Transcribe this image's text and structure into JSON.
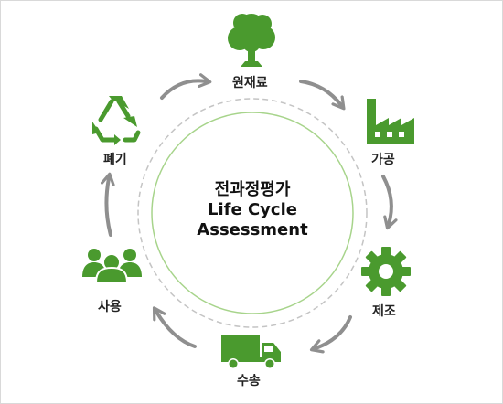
{
  "center": {
    "title_ko": "전과정평가",
    "title_en_line1": "Life Cycle",
    "title_en_line2": "Assessment"
  },
  "stages": [
    {
      "label": "원재료",
      "icon": "tree-icon"
    },
    {
      "label": "가공",
      "icon": "factory-icon"
    },
    {
      "label": "제조",
      "icon": "gear-icon"
    },
    {
      "label": "수송",
      "icon": "truck-icon"
    },
    {
      "label": "사용",
      "icon": "people-icon"
    },
    {
      "label": "폐기",
      "icon": "recycle-icon"
    }
  ],
  "colors": {
    "icon_green": "#4a9a2e",
    "arrow_gray": "#8f8f8f",
    "ring_light_green": "#a7d48b",
    "dashed_ring": "#c4c4c4",
    "text": "#222222"
  }
}
